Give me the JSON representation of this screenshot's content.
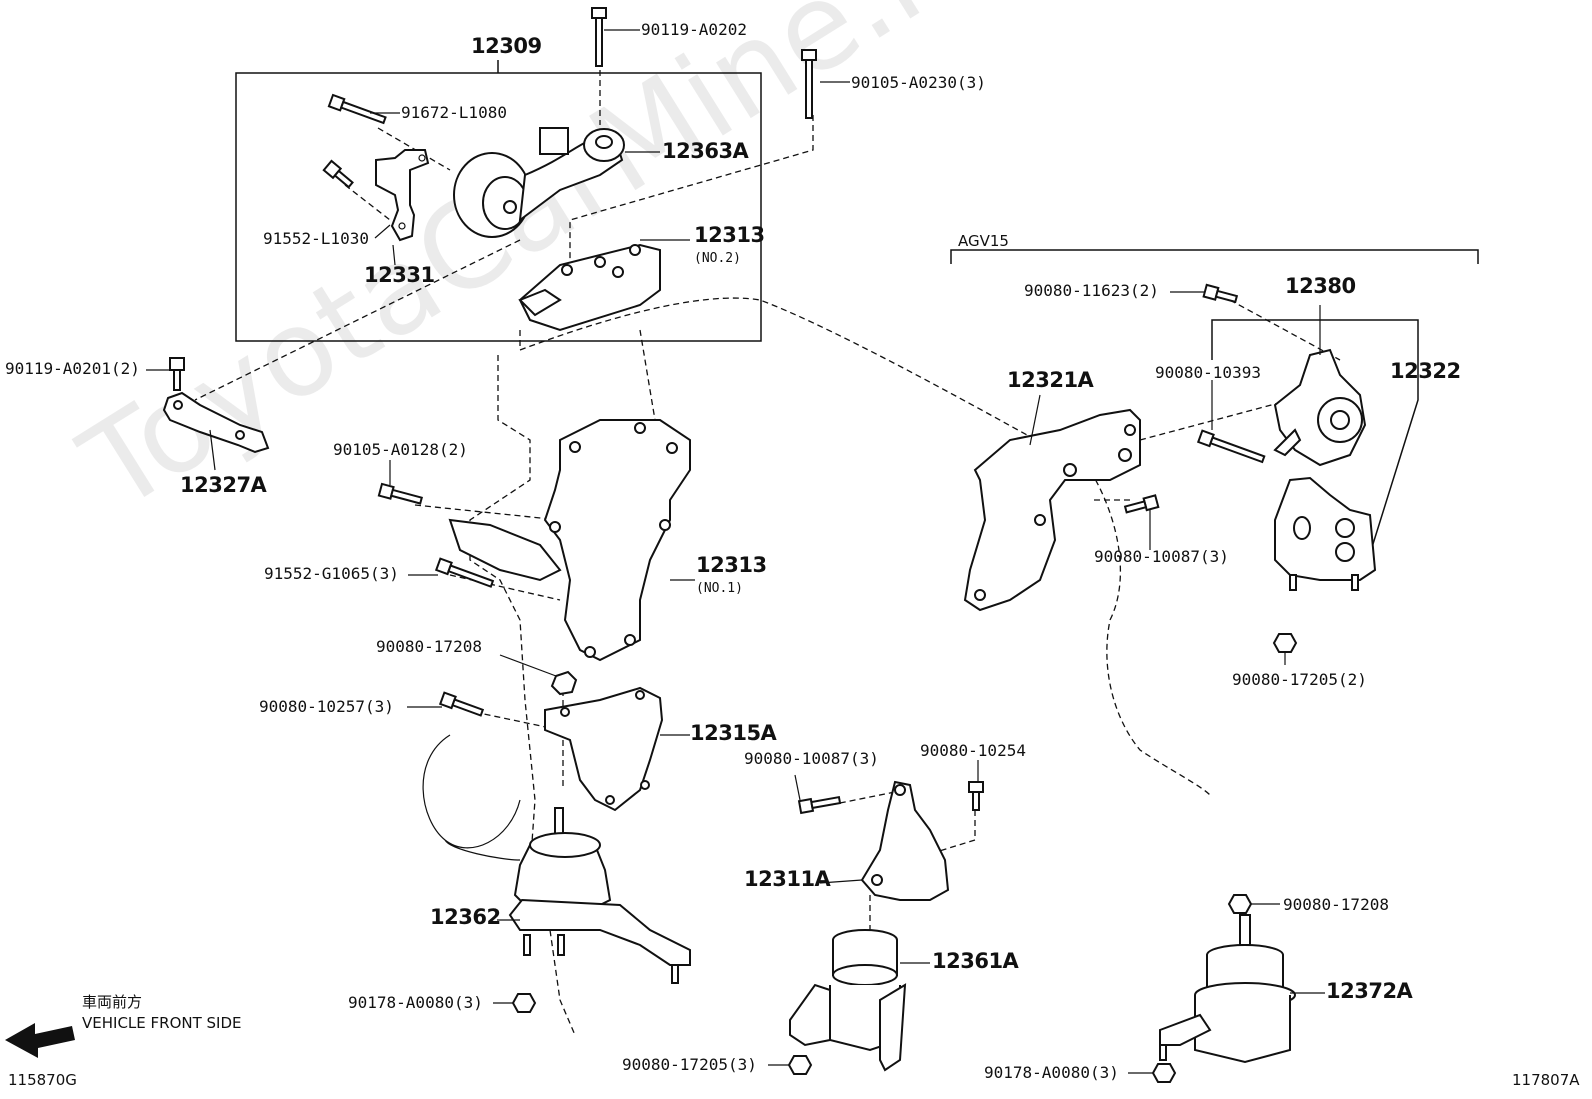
{
  "watermark": "ToyotaCarMine.ru",
  "labels": {
    "p12309": "12309",
    "p90119_A0202": "90119-A0202",
    "p90105_A0230": "90105-A0230(3)",
    "p91672_L1080": "91672-L1080",
    "p12363A": "12363A",
    "p91552_L1030": "91552-L1030",
    "p12313_no2": "12313",
    "no2": "(NO.2)",
    "p12331": "12331",
    "agv15": "AGV15",
    "p90080_11623": "90080-11623(2)",
    "p12380": "12380",
    "p90119_A0201": "90119-A0201(2)",
    "p90080_10393": "90080-10393",
    "p12322": "12322",
    "p12321A": "12321A",
    "p12327A": "12327A",
    "p90105_A0128": "90105-A0128(2)",
    "p12313_no1": "12313",
    "no1": "(NO.1)",
    "p91552_G1065": "91552-G1065(3)",
    "p90080_10087_a": "90080-10087(3)",
    "p90080_17205_a": "90080-17205(2)",
    "p90080_17208_a": "90080-17208",
    "p90080_10257": "90080-10257(3)",
    "p12315A": "12315A",
    "p90080_10087_b": "90080-10087(3)",
    "p90080_10254": "90080-10254",
    "p12311A": "12311A",
    "p12362": "12362",
    "p12361A": "12361A",
    "p90080_17208_b": "90080-17208",
    "p12372A": "12372A",
    "p90178_A0080_a": "90178-A0080(3)",
    "p90080_17205_b": "90080-17205(3)",
    "p90178_A0080_b": "90178-A0080(3)",
    "vehicle_front_jp": "車両前方",
    "vehicle_front_en": "VEHICLE FRONT SIDE",
    "code_left": "115870G",
    "code_right": "117807A"
  }
}
